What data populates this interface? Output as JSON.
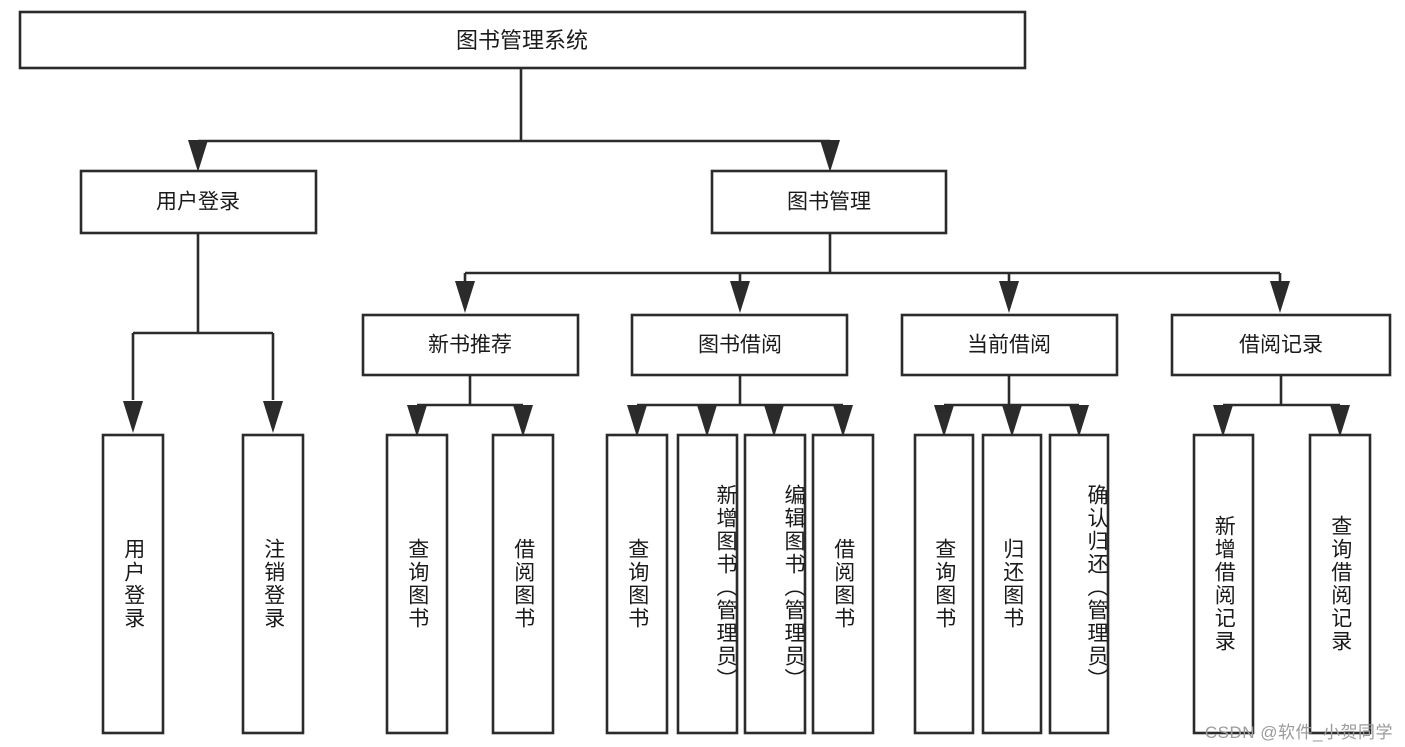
{
  "diagram": {
    "type": "hierarchy-tree",
    "title": "图书管理系统",
    "watermark": "CSDN @软件_小贺同学",
    "colors": {
      "line": "#2b2b2b",
      "box_fill": "#ffffff",
      "text": "#1a1a1a",
      "watermark": "#9b9b9b",
      "background": "#ffffff"
    },
    "root": {
      "label": "图书管理系统"
    },
    "level2": [
      {
        "label": "用户登录"
      },
      {
        "label": "图书管理"
      }
    ],
    "level3": [
      {
        "label": "新书推荐"
      },
      {
        "label": "图书借阅"
      },
      {
        "label": "当前借阅"
      },
      {
        "label": "借阅记录"
      }
    ],
    "leaves": {
      "user_login": [
        {
          "label": "用户登录"
        },
        {
          "label": "注销登录"
        }
      ],
      "new_book_recommend": [
        {
          "label": "查询图书"
        },
        {
          "label": "借阅图书"
        }
      ],
      "book_borrow": [
        {
          "label": "查询图书"
        },
        {
          "label": "新增图书（管理员）"
        },
        {
          "label": "编辑图书（管理员）"
        },
        {
          "label": "借阅图书"
        }
      ],
      "current_borrow": [
        {
          "label": "查询图书"
        },
        {
          "label": "归还图书"
        },
        {
          "label": "确认归还（管理员）"
        }
      ],
      "borrow_record": [
        {
          "label": "新增借阅记录"
        },
        {
          "label": "查询借阅记录"
        }
      ]
    }
  }
}
